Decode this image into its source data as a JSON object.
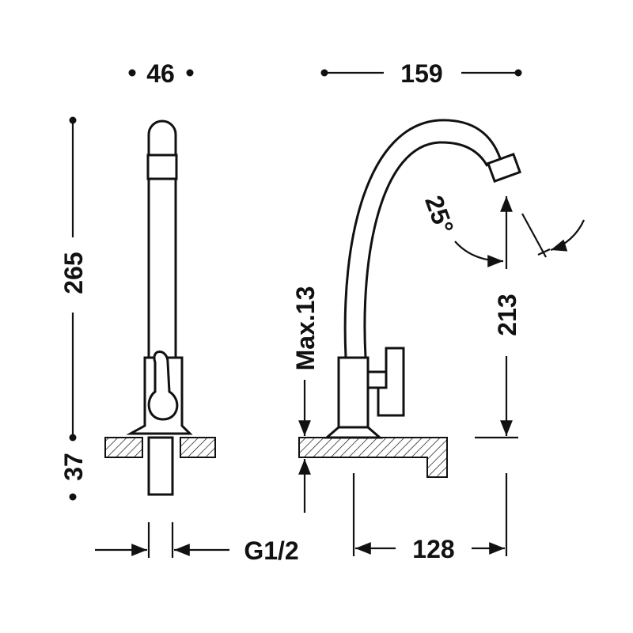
{
  "drawing": {
    "dimensions": {
      "front_width": "46",
      "spout_reach": "159",
      "total_height": "265",
      "below_counter": "37",
      "max_thickness": "Max.13",
      "spout_height": "213",
      "swivel_angle": "25°",
      "connection": "G1/2",
      "base_to_outlet": "128"
    },
    "colors": {
      "line": "#111111",
      "background": "#ffffff"
    }
  }
}
